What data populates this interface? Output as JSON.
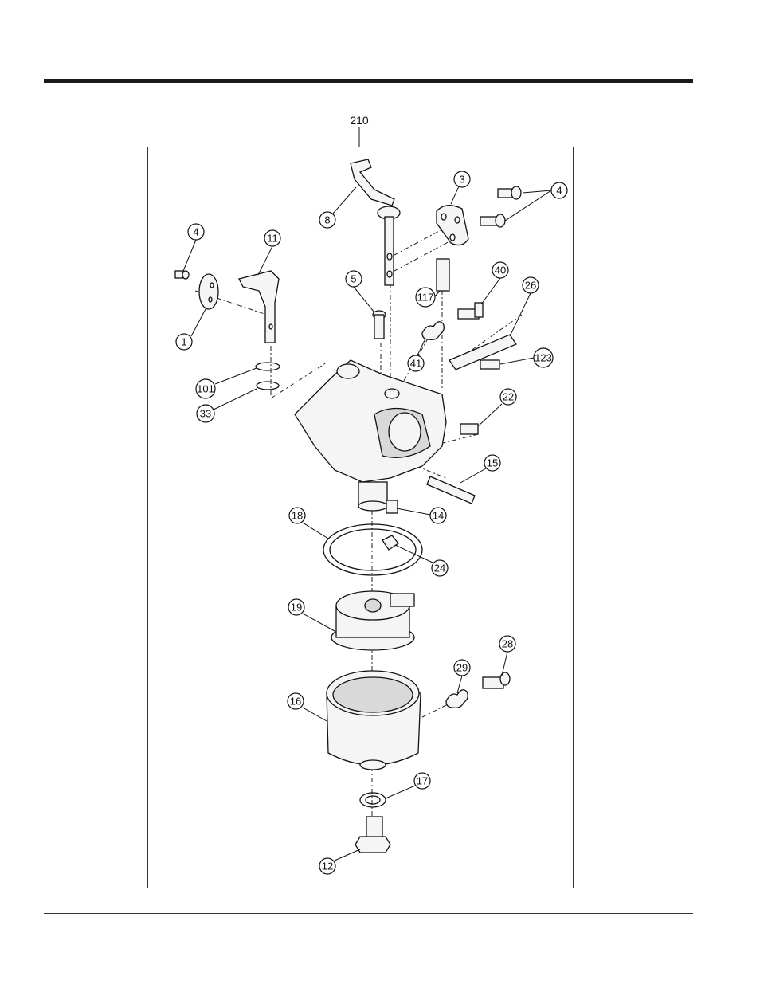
{
  "diagram": {
    "assembly_number": "210",
    "callouts": [
      {
        "id": "c8",
        "label": "8"
      },
      {
        "id": "c3",
        "label": "3"
      },
      {
        "id": "c4a",
        "label": "4"
      },
      {
        "id": "c4b",
        "label": "4"
      },
      {
        "id": "c11",
        "label": "11"
      },
      {
        "id": "c5",
        "label": "5"
      },
      {
        "id": "c117",
        "label": "117"
      },
      {
        "id": "c40",
        "label": "40"
      },
      {
        "id": "c26",
        "label": "26"
      },
      {
        "id": "c1",
        "label": "1"
      },
      {
        "id": "c41",
        "label": "41"
      },
      {
        "id": "c123",
        "label": "123"
      },
      {
        "id": "c101",
        "label": "101"
      },
      {
        "id": "c33",
        "label": "33"
      },
      {
        "id": "c22",
        "label": "22"
      },
      {
        "id": "c15",
        "label": "15"
      },
      {
        "id": "c18",
        "label": "18"
      },
      {
        "id": "c14",
        "label": "14"
      },
      {
        "id": "c24",
        "label": "24"
      },
      {
        "id": "c19",
        "label": "19"
      },
      {
        "id": "c28",
        "label": "28"
      },
      {
        "id": "c29",
        "label": "29"
      },
      {
        "id": "c16",
        "label": "16"
      },
      {
        "id": "c17",
        "label": "17"
      },
      {
        "id": "c12",
        "label": "12"
      }
    ]
  }
}
